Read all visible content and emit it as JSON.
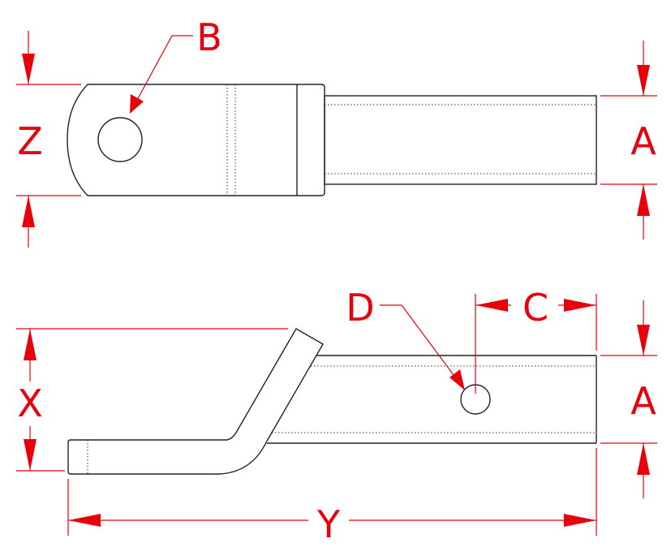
{
  "labels": {
    "hole_diameter_top": "B",
    "height_top": "Z",
    "shank_size_top": "A",
    "hole_diameter_side": "D",
    "hole_offset": "C",
    "shank_size_side": "A",
    "rise": "X",
    "length": "Y"
  },
  "colors": {
    "dimension": "#e8000b",
    "outline": "#222222"
  }
}
